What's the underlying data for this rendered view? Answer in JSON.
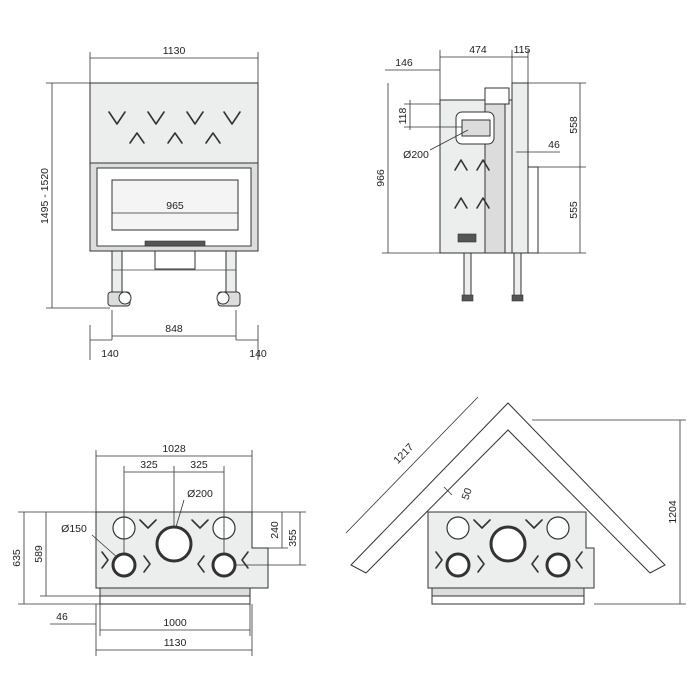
{
  "views": {
    "front": {
      "width": "1130",
      "height_range": "1495 - 1520",
      "glass_width": "965",
      "base_width": "848",
      "offset_left": "140",
      "offset_right": "140"
    },
    "side": {
      "back_offset": "146",
      "top_depth": "474",
      "top_right": "115",
      "collar_height": "118",
      "flue_diameter": "Ø200",
      "upper_height": "558",
      "small_offset": "46",
      "total_height": "966",
      "lower_height": "555"
    },
    "top": {
      "width_top": "1028",
      "spacing_left": "325",
      "spacing_right": "325",
      "center_diameter": "Ø200",
      "side_diameter": "Ø150",
      "depth_total": "635",
      "depth_inner": "589",
      "depth_240": "240",
      "depth_355": "355",
      "front_offset": "46",
      "width_inner": "1000",
      "width_bottom": "1130"
    },
    "corner": {
      "side_length": "1217",
      "wall_thickness": "50",
      "total_depth": "1204"
    }
  }
}
